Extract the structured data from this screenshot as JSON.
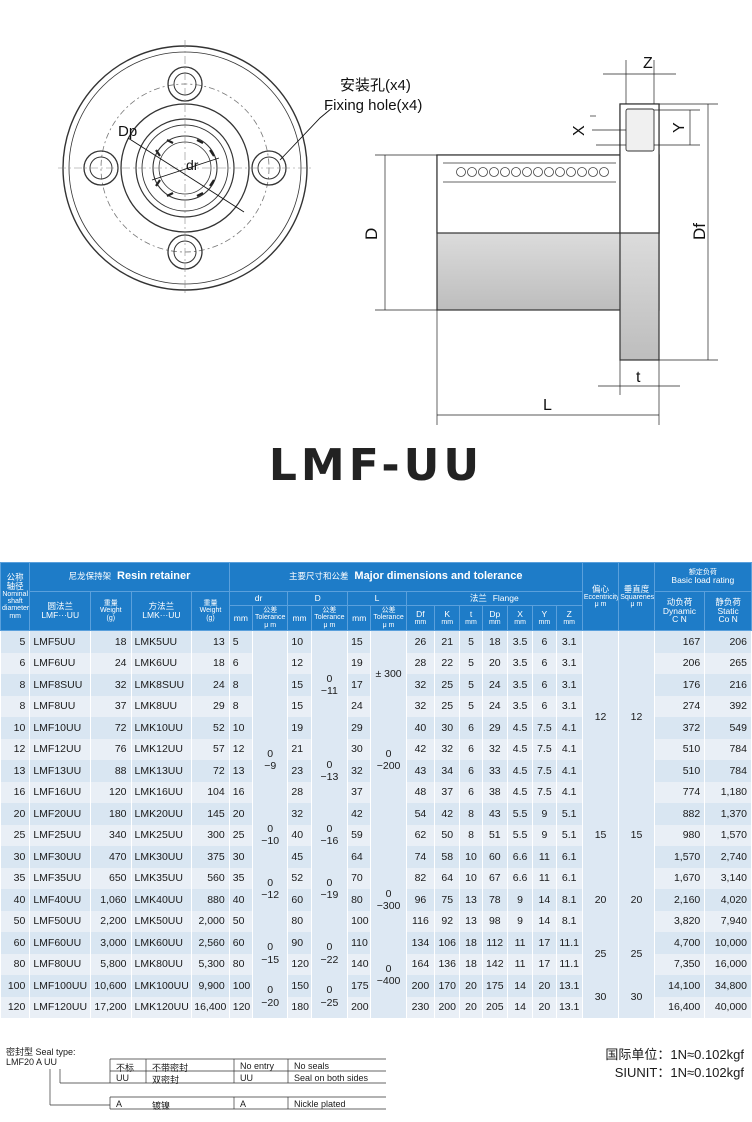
{
  "drawing": {
    "fixing_hole_cn": "安装孔(x4)",
    "fixing_hole_en": "Fixing hole(x4)",
    "labels": {
      "dp": "Dp",
      "dr": "dr",
      "D": "D",
      "Df": "Df",
      "L": "L",
      "t": "t",
      "Z": "Z",
      "X": "X",
      "Y": "Y"
    }
  },
  "title": "LMF-UU",
  "table": {
    "head": {
      "shaft_cn": "公称\n轴径",
      "shaft_en": "Nominal\nshaft\ndiameter\nmm",
      "resin_cn": "尼龙保持架",
      "resin_en": "Resin retainer",
      "major_cn": "主要尺寸和公差",
      "major_en": "Major dimensions and tolerance",
      "round_flange_cn": "圆法兰",
      "round_flange_en": "LMF···UU",
      "square_flange_cn": "方法兰",
      "square_flange_en": "LMK···UU",
      "weight_cn": "重量",
      "weight_en": "Weight\n(g)",
      "dr": "dr",
      "D": "D",
      "L": "L",
      "flange_cn": "法兰",
      "flange_en": "Flange",
      "mm": "mm",
      "tol_cn": "公差",
      "tol_en": "Tolerance\nμ m",
      "Df": "Df",
      "K": "K",
      "t": "t",
      "Dp": "Dp",
      "X": "X",
      "Y": "Y",
      "Z": "Z",
      "ecc_cn": "偏心",
      "ecc_en": "Eccentricity\nμ m",
      "sq_cn": "垂直度",
      "sq_en": "Squareness\nμ m",
      "load_cn": "额定负荷",
      "load_en": "Basic load rating",
      "dyn_cn": "动负荷",
      "dyn_en": "Dynamic\nC N",
      "sta_cn": "静负荷",
      "sta_en": "Static\nCo N"
    },
    "rows": [
      {
        "s": "5",
        "m1": "LMF5UU",
        "w1": "18",
        "m2": "LMK5UU",
        "w2": "13",
        "dr": "5",
        "D": "10",
        "L": "15",
        "Df": "26",
        "K": "21",
        "t": "5",
        "Dp": "18",
        "X": "3.5",
        "Y": "6",
        "Z": "3.1",
        "C": "167",
        "Co": "206"
      },
      {
        "s": "6",
        "m1": "LMF6UU",
        "w1": "24",
        "m2": "LMK6UU",
        "w2": "18",
        "dr": "6",
        "D": "12",
        "L": "19",
        "Df": "28",
        "K": "22",
        "t": "5",
        "Dp": "20",
        "X": "3.5",
        "Y": "6",
        "Z": "3.1",
        "C": "206",
        "Co": "265"
      },
      {
        "s": "8",
        "m1": "LMF8SUU",
        "w1": "32",
        "m2": "LMK8SUU",
        "w2": "24",
        "dr": "8",
        "D": "15",
        "L": "17",
        "Df": "32",
        "K": "25",
        "t": "5",
        "Dp": "24",
        "X": "3.5",
        "Y": "6",
        "Z": "3.1",
        "C": "176",
        "Co": "216"
      },
      {
        "s": "8",
        "m1": "LMF8UU",
        "w1": "37",
        "m2": "LMK8UU",
        "w2": "29",
        "dr": "8",
        "D": "15",
        "L": "24",
        "Df": "32",
        "K": "25",
        "t": "5",
        "Dp": "24",
        "X": "3.5",
        "Y": "6",
        "Z": "3.1",
        "C": "274",
        "Co": "392"
      },
      {
        "s": "10",
        "m1": "LMF10UU",
        "w1": "72",
        "m2": "LMK10UU",
        "w2": "52",
        "dr": "10",
        "D": "19",
        "L": "29",
        "Df": "40",
        "K": "30",
        "t": "6",
        "Dp": "29",
        "X": "4.5",
        "Y": "7.5",
        "Z": "4.1",
        "C": "372",
        "Co": "549"
      },
      {
        "s": "12",
        "m1": "LMF12UU",
        "w1": "76",
        "m2": "LMK12UU",
        "w2": "57",
        "dr": "12",
        "D": "21",
        "L": "30",
        "Df": "42",
        "K": "32",
        "t": "6",
        "Dp": "32",
        "X": "4.5",
        "Y": "7.5",
        "Z": "4.1",
        "C": "510",
        "Co": "784"
      },
      {
        "s": "13",
        "m1": "LMF13UU",
        "w1": "88",
        "m2": "LMK13UU",
        "w2": "72",
        "dr": "13",
        "D": "23",
        "L": "32",
        "Df": "43",
        "K": "34",
        "t": "6",
        "Dp": "33",
        "X": "4.5",
        "Y": "7.5",
        "Z": "4.1",
        "C": "510",
        "Co": "784"
      },
      {
        "s": "16",
        "m1": "LMF16UU",
        "w1": "120",
        "m2": "LMK16UU",
        "w2": "104",
        "dr": "16",
        "D": "28",
        "L": "37",
        "Df": "48",
        "K": "37",
        "t": "6",
        "Dp": "38",
        "X": "4.5",
        "Y": "7.5",
        "Z": "4.1",
        "C": "774",
        "Co": "1,180"
      },
      {
        "s": "20",
        "m1": "LMF20UU",
        "w1": "180",
        "m2": "LMK20UU",
        "w2": "145",
        "dr": "20",
        "D": "32",
        "L": "42",
        "Df": "54",
        "K": "42",
        "t": "8",
        "Dp": "43",
        "X": "5.5",
        "Y": "9",
        "Z": "5.1",
        "C": "882",
        "Co": "1,370"
      },
      {
        "s": "25",
        "m1": "LMF25UU",
        "w1": "340",
        "m2": "LMK25UU",
        "w2": "300",
        "dr": "25",
        "D": "40",
        "L": "59",
        "Df": "62",
        "K": "50",
        "t": "8",
        "Dp": "51",
        "X": "5.5",
        "Y": "9",
        "Z": "5.1",
        "C": "980",
        "Co": "1,570"
      },
      {
        "s": "30",
        "m1": "LMF30UU",
        "w1": "470",
        "m2": "LMK30UU",
        "w2": "375",
        "dr": "30",
        "D": "45",
        "L": "64",
        "Df": "74",
        "K": "58",
        "t": "10",
        "Dp": "60",
        "X": "6.6",
        "Y": "11",
        "Z": "6.1",
        "C": "1,570",
        "Co": "2,740"
      },
      {
        "s": "35",
        "m1": "LMF35UU",
        "w1": "650",
        "m2": "LMK35UU",
        "w2": "560",
        "dr": "35",
        "D": "52",
        "L": "70",
        "Df": "82",
        "K": "64",
        "t": "10",
        "Dp": "67",
        "X": "6.6",
        "Y": "11",
        "Z": "6.1",
        "C": "1,670",
        "Co": "3,140"
      },
      {
        "s": "40",
        "m1": "LMF40UU",
        "w1": "1,060",
        "m2": "LMK40UU",
        "w2": "880",
        "dr": "40",
        "D": "60",
        "L": "80",
        "Df": "96",
        "K": "75",
        "t": "13",
        "Dp": "78",
        "X": "9",
        "Y": "14",
        "Z": "8.1",
        "C": "2,160",
        "Co": "4,020"
      },
      {
        "s": "50",
        "m1": "LMF50UU",
        "w1": "2,200",
        "m2": "LMK50UU",
        "w2": "2,000",
        "dr": "50",
        "D": "80",
        "L": "100",
        "Df": "116",
        "K": "92",
        "t": "13",
        "Dp": "98",
        "X": "9",
        "Y": "14",
        "Z": "8.1",
        "C": "3,820",
        "Co": "7,940"
      },
      {
        "s": "60",
        "m1": "LMF60UU",
        "w1": "3,000",
        "m2": "LMK60UU",
        "w2": "2,560",
        "dr": "60",
        "D": "90",
        "L": "110",
        "Df": "134",
        "K": "106",
        "t": "18",
        "Dp": "112",
        "X": "11",
        "Y": "17",
        "Z": "11.1",
        "C": "4,700",
        "Co": "10,000"
      },
      {
        "s": "80",
        "m1": "LMF80UU",
        "w1": "5,800",
        "m2": "LMK80UU",
        "w2": "5,300",
        "dr": "80",
        "D": "120",
        "L": "140",
        "Df": "164",
        "K": "136",
        "t": "18",
        "Dp": "142",
        "X": "11",
        "Y": "17",
        "Z": "11.1",
        "C": "7,350",
        "Co": "16,000"
      },
      {
        "s": "100",
        "m1": "LMF100UU",
        "w1": "10,600",
        "m2": "LMK100UU",
        "w2": "9,900",
        "dr": "100",
        "D": "150",
        "L": "175",
        "Df": "200",
        "K": "170",
        "t": "20",
        "Dp": "175",
        "X": "14",
        "Y": "20",
        "Z": "13.1",
        "C": "14,100",
        "Co": "34,800"
      },
      {
        "s": "120",
        "m1": "LMF120UU",
        "w1": "17,200",
        "m2": "LMK120UU",
        "w2": "16,400",
        "dr": "120",
        "D": "180",
        "L": "200",
        "Df": "230",
        "K": "200",
        "t": "20",
        "Dp": "205",
        "X": "14",
        "Y": "20",
        "Z": "13.1",
        "C": "16,400",
        "Co": "40,000"
      }
    ],
    "tolerances": {
      "dr_g1_a": "0",
      "dr_g1_b": "−9",
      "dr_g2_a": "0",
      "dr_g2_b": "−10",
      "dr_g3_a": "0",
      "dr_g3_b": "−12",
      "dr_g4_a": "0",
      "dr_g4_b": "−15",
      "dr_g5_a": "0",
      "dr_g5_b": "−20",
      "D_g1_a": "0",
      "D_g1_b": "−11",
      "D_g2_a": "0",
      "D_g2_b": "−13",
      "D_g3_a": "0",
      "D_g3_b": "−16",
      "D_g4_a": "0",
      "D_g4_b": "−19",
      "D_g5_a": "0",
      "D_g5_b": "−22",
      "D_g6_a": "0",
      "D_g6_b": "−25",
      "L_g1": "± 300",
      "L_g2_a": "0",
      "L_g2_b": "−200",
      "L_g3_a": "0",
      "L_g3_b": "−300",
      "L_g4_a": "0",
      "L_g4_b": "−400"
    },
    "eccentricity": [
      "12",
      "15",
      "20",
      "25",
      "30"
    ],
    "squareness": [
      "12",
      "15",
      "20",
      "25",
      "30"
    ]
  },
  "seal": {
    "title": "密封型 Seal type:",
    "example": "LMF20 A UU",
    "rows": [
      {
        "code_cn": "不标",
        "desc_cn": "不带密封",
        "code_en": "No entry",
        "desc_en": "No seals"
      },
      {
        "code_cn": "UU",
        "desc_cn": "双密封",
        "code_en": "UU",
        "desc_en": "Seal on both sides"
      },
      {
        "code_cn": "A",
        "desc_cn": "镀镍",
        "code_en": "A",
        "desc_en": "Nickle plated"
      }
    ]
  },
  "units": {
    "cn": "国际单位：1N≈0.102kgf",
    "en": "SIUNIT：1N≈0.102kgf"
  }
}
